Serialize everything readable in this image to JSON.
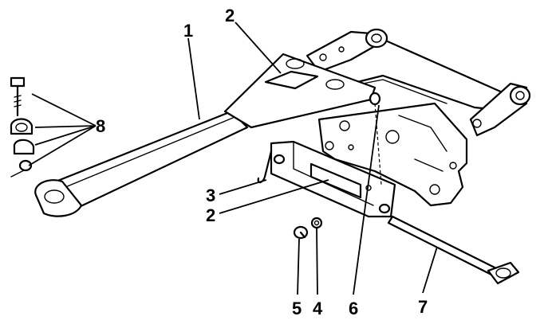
{
  "callouts": {
    "c1": "1",
    "c2_top": "2",
    "c2_bottom": "2",
    "c3": "3",
    "c4": "4",
    "c5": "5",
    "c6": "6",
    "c7": "7",
    "c8": "8"
  }
}
